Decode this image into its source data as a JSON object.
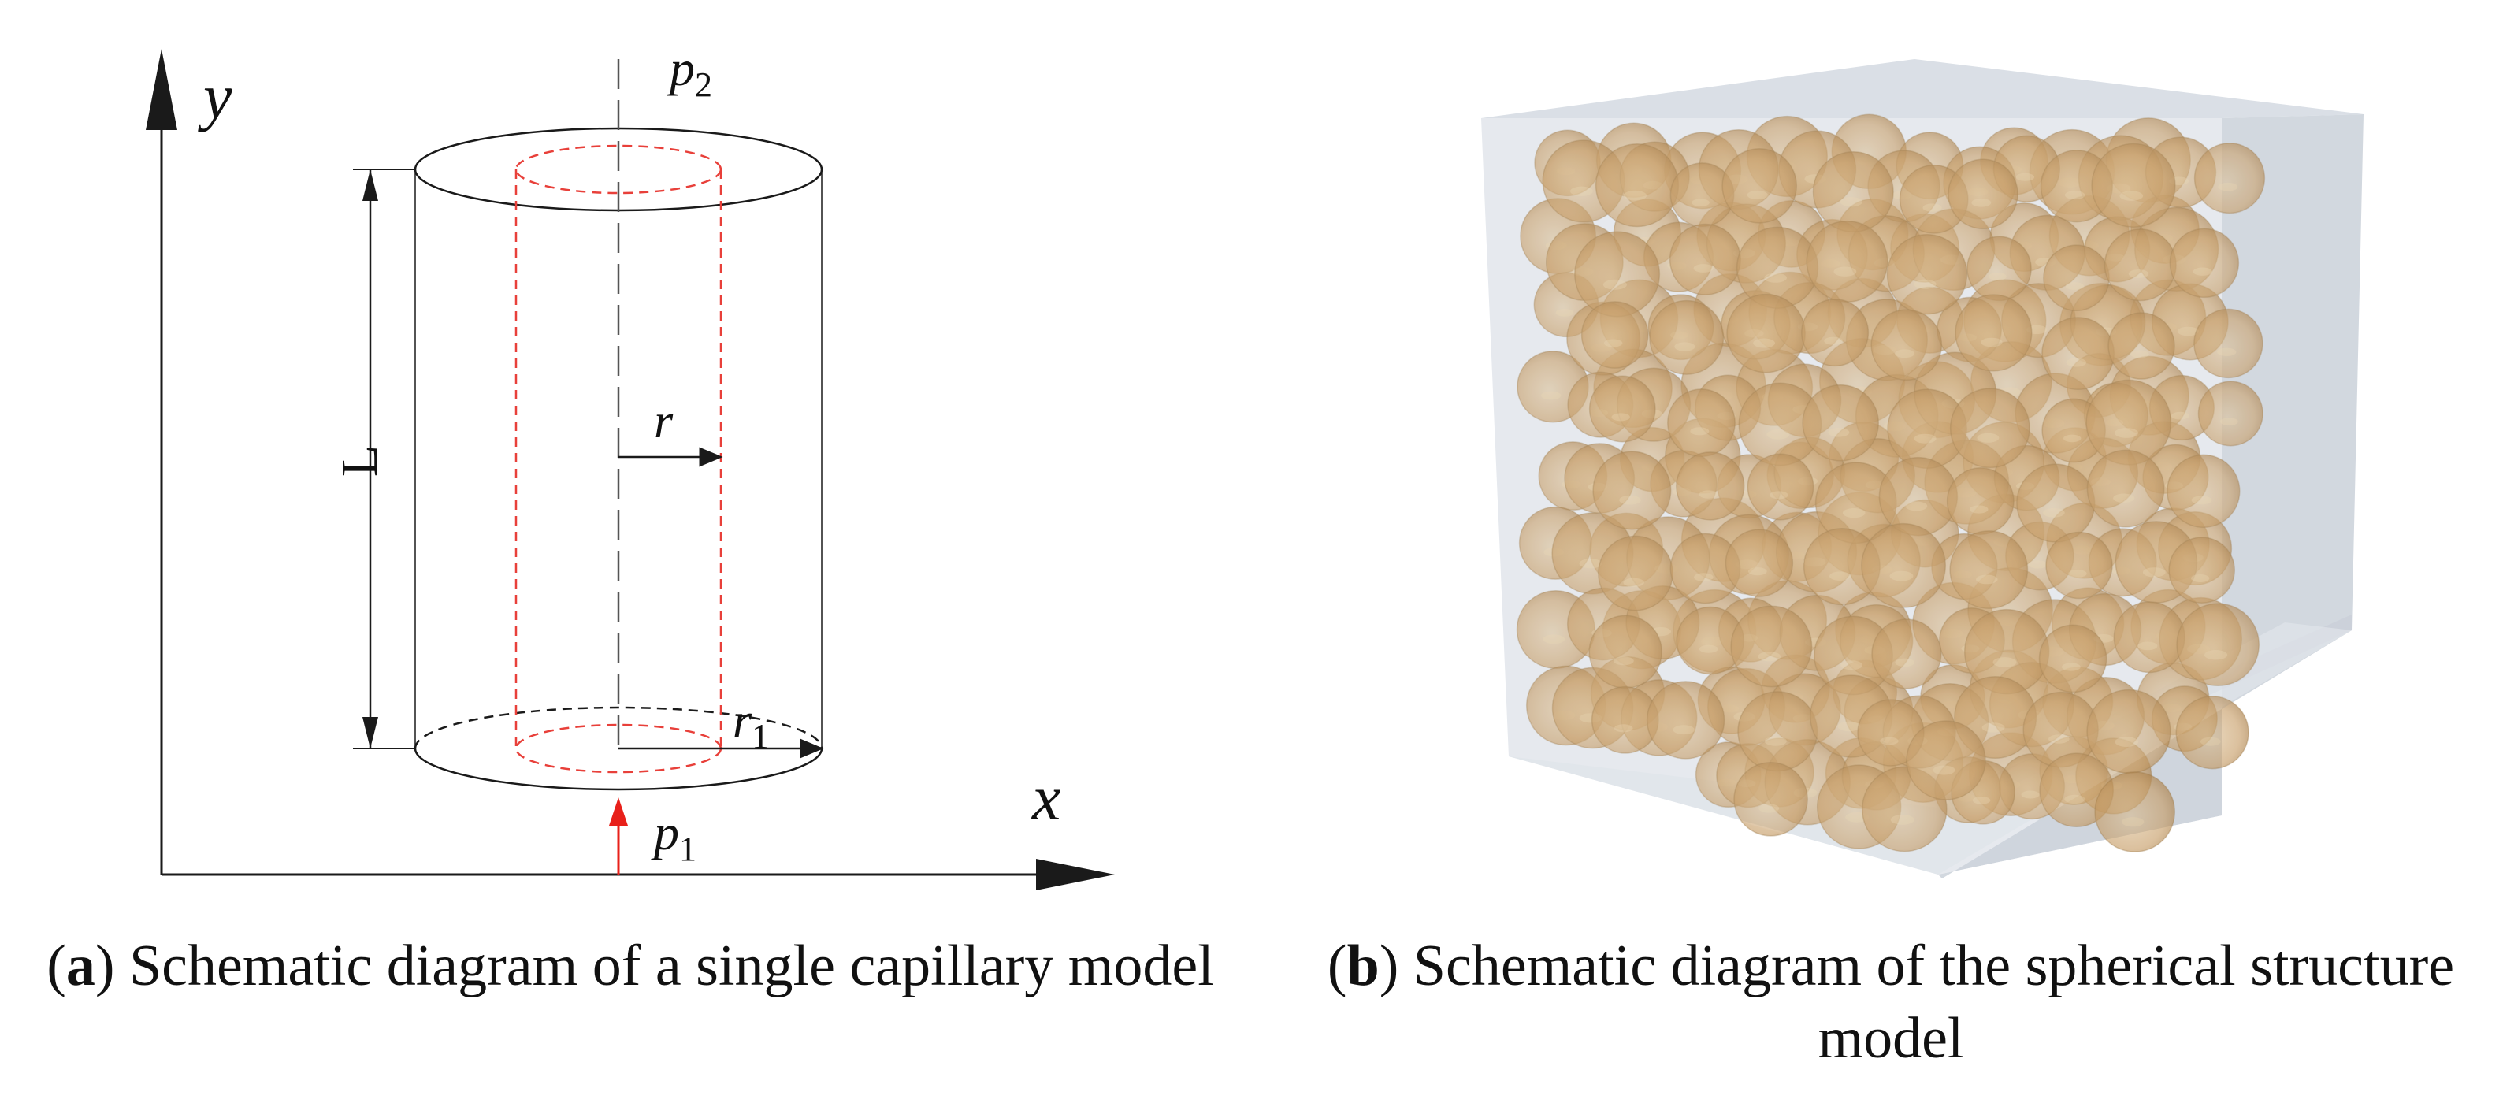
{
  "panel_a": {
    "axis_x_label": "x",
    "axis_y_label": "y",
    "length_label": "L",
    "radius_label": "r",
    "outer_radius_label": "r",
    "outer_radius_subscript": "1",
    "top_pressure_label": "p",
    "top_pressure_subscript": "2",
    "bottom_pressure_label": "p",
    "bottom_pressure_subscript": "1",
    "colors": {
      "line": "#1a1a1a",
      "inner_tube": "#e8403a",
      "inflow_arrow": "#e8201a"
    },
    "caption": {
      "letter": "a",
      "text": "Schematic diagram of a single capillary model"
    }
  },
  "panel_b": {
    "colors": {
      "box_face": "#dfe4ea",
      "box_side": "#c9d0d8",
      "sphere": "#c9a06a"
    },
    "caption": {
      "letter": "b",
      "text": "Schematic diagram of the spherical structure model"
    }
  }
}
